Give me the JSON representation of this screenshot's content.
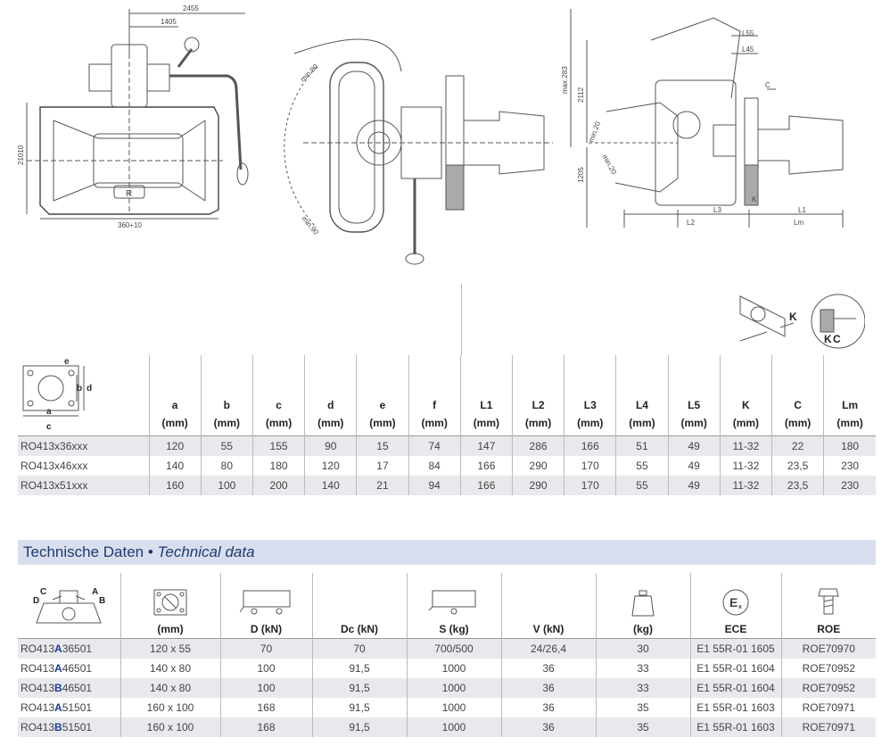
{
  "drawings": {
    "dims": {
      "total_width": "2455",
      "upper_width": "1405",
      "height_left": "21010",
      "base_width": "360+10",
      "min90_top": "min.90",
      "min90_bottom": "min.90",
      "max283": "max.283",
      "d2112": "2112",
      "d1205": "1205",
      "min20a": "min.20",
      "min20b": "min.20",
      "L55": "L55",
      "L45": "L45",
      "C": "C",
      "K": "K",
      "L2": "L2",
      "L3": "L3",
      "L1": "L1",
      "Lm": "Lm"
    },
    "inset_labels": {
      "K1": "K",
      "K2": "K",
      "C2": "C"
    }
  },
  "dimension_table": {
    "flange_labels": {
      "e": "e",
      "b": "b",
      "d": "d",
      "a": "a",
      "c": "c"
    },
    "columns": [
      {
        "name": "a",
        "unit": "(mm)"
      },
      {
        "name": "b",
        "unit": "(mm)"
      },
      {
        "name": "c",
        "unit": "(mm)"
      },
      {
        "name": "d",
        "unit": "(mm)"
      },
      {
        "name": "e",
        "unit": "(mm)"
      },
      {
        "name": "f",
        "unit": "(mm)"
      },
      {
        "name": "L1",
        "unit": "(mm)"
      },
      {
        "name": "L2",
        "unit": "(mm)"
      },
      {
        "name": "L3",
        "unit": "(mm)"
      },
      {
        "name": "L4",
        "unit": "(mm)"
      },
      {
        "name": "L5",
        "unit": "(mm)"
      },
      {
        "name": "K",
        "unit": "(mm)"
      },
      {
        "name": "C",
        "unit": "(mm)"
      },
      {
        "name": "Lm",
        "unit": "(mm)"
      }
    ],
    "rows": [
      {
        "model": "RO413x36xxx",
        "values": [
          "120",
          "55",
          "155",
          "90",
          "15",
          "74",
          "147",
          "286",
          "166",
          "51",
          "49",
          "11-32",
          "22",
          "180"
        ]
      },
      {
        "model": "RO413x46xxx",
        "values": [
          "140",
          "80",
          "180",
          "120",
          "17",
          "84",
          "166",
          "290",
          "170",
          "55",
          "49",
          "11-32",
          "23,5",
          "230"
        ]
      },
      {
        "model": "RO413x51xxx",
        "values": [
          "160",
          "100",
          "200",
          "140",
          "21",
          "94",
          "166",
          "290",
          "170",
          "55",
          "49",
          "11-32",
          "23,5",
          "230"
        ]
      }
    ]
  },
  "tech": {
    "title_de": "Technische Daten",
    "separator": " • ",
    "title_en": "Technical data",
    "corner_labels": {
      "C": "C",
      "D": "D",
      "A": "A",
      "B": "B"
    },
    "columns": [
      "(mm)",
      "D (kN)",
      "Dc (kN)",
      "S (kg)",
      "V (kN)",
      "(kg)",
      "ECE",
      "ROE"
    ],
    "icons": [
      "flange-plate-icon",
      "trailer-icon",
      "center-axle-trailer-icon",
      "",
      "",
      "weight-icon",
      "ece-mark-icon",
      "bolt-icon"
    ],
    "ece_mark": "E",
    "ece_sub": "x",
    "rows": [
      {
        "prefix": "RO413",
        "variant": "A",
        "suffix": "36501",
        "values": [
          "120 x 55",
          "70",
          "70",
          "700/500",
          "24/26,4",
          "30",
          "E1 55R-01 1605",
          "ROE70970"
        ]
      },
      {
        "prefix": "RO413",
        "variant": "A",
        "suffix": "46501",
        "values": [
          "140 x 80",
          "100",
          "91,5",
          "1000",
          "36",
          "33",
          "E1 55R-01 1604",
          "ROE70952"
        ]
      },
      {
        "prefix": "RO413",
        "variant": "B",
        "suffix": "46501",
        "values": [
          "140 x 80",
          "100",
          "91,5",
          "1000",
          "36",
          "33",
          "E1 55R-01 1604",
          "ROE70952"
        ]
      },
      {
        "prefix": "RO413",
        "variant": "A",
        "suffix": "51501",
        "values": [
          "160 x 100",
          "168",
          "91,5",
          "1000",
          "36",
          "35",
          "E1 55R-01 1603",
          "ROE70971"
        ]
      },
      {
        "prefix": "RO413",
        "variant": "B",
        "suffix": "51501",
        "values": [
          "160 x 100",
          "168",
          "91,5",
          "1000",
          "36",
          "35",
          "E1 55R-01 1603",
          "ROE70971"
        ]
      }
    ]
  }
}
